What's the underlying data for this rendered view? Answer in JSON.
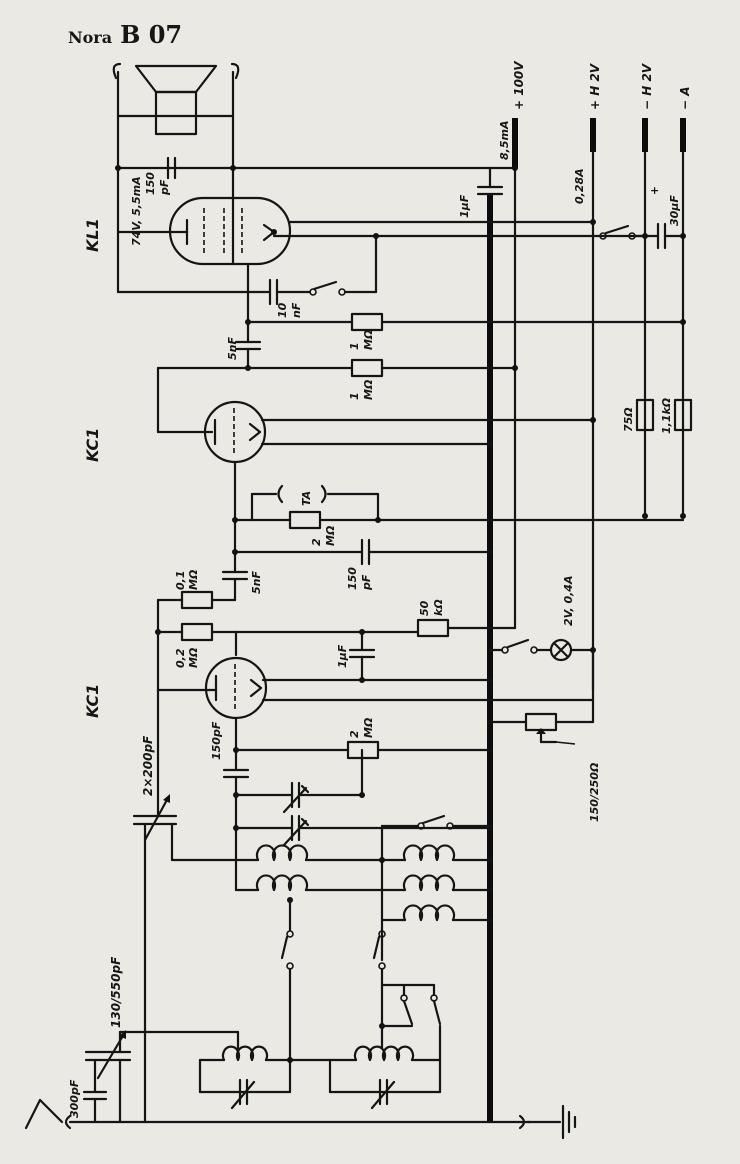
{
  "header": {
    "brand": "Nora",
    "model": "B 07"
  },
  "tubes": {
    "output_tube": "KL1",
    "audio_tube": "KC1",
    "detector_tube": "KC1"
  },
  "supply_terminals": {
    "b_plus": "+ 100V",
    "heater_plus": "+ H 2V",
    "heater_minus": "− H 2V",
    "bias_minus": "− A"
  },
  "annotations": {
    "kl1_rating": "74V, 5,5mA",
    "plate_current": "8,5mA",
    "heater_current": "0,28A",
    "lamp": "2V, 0,4A"
  },
  "components": {
    "c_150pf_top": [
      "150",
      "pF"
    ],
    "c_1uf_top": "1µF",
    "c_30uf": "30µF",
    "c_10nf": [
      "10",
      "nF"
    ],
    "c_5nf_upper": "5nF",
    "r_1m_upper": [
      "1",
      "MΩ"
    ],
    "r_1m_lower": [
      "1",
      "MΩ"
    ],
    "r_75": "75Ω",
    "r_1k1": "1,1kΩ",
    "ta": "TA",
    "r_2m_mid": [
      "2",
      "MΩ"
    ],
    "c_150pf_mid": [
      "150",
      "pF"
    ],
    "c_5nf_lower": "5nF",
    "r_01m": [
      "0,1",
      "MΩ"
    ],
    "r_02m": [
      "0,2",
      "MΩ"
    ],
    "r_50k": [
      "50",
      "kΩ"
    ],
    "c_1uf_mid": "1µF",
    "r_2m_low": [
      "2",
      "MΩ"
    ],
    "c_150pf_low": "150pF",
    "pot_150_250": "150/250Ω",
    "c_2x200": "2×200pF",
    "c_130_550": "130/550pF",
    "c_300pf": "300pF"
  }
}
